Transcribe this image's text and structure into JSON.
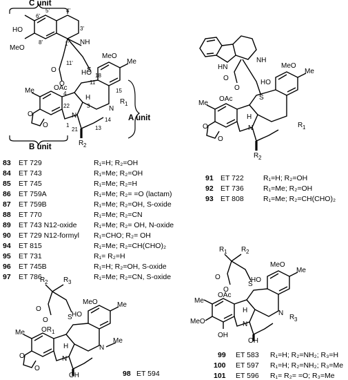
{
  "units": {
    "c_unit": "C unit",
    "a_unit": "A unit",
    "b_unit": "B unit"
  },
  "structure1": {
    "atoms": {
      "ho_top": "HO",
      "meo_left": "MeO",
      "nh": "NH",
      "s": "S",
      "meo_right": "MeO",
      "me_right": "Me",
      "ho18": "HO",
      "oac": "OAc",
      "me_left": "Me",
      "h": "H",
      "n_ring": "N",
      "r1": "R",
      "n_bottom": "N",
      "o_top": "O",
      "o_bottom": "O",
      "o_carbonyl": "O",
      "o_ester": "O",
      "r2": "R"
    },
    "locants": [
      "6'",
      "5'",
      "4'",
      "3'",
      "8'",
      "1'",
      "11'",
      "18",
      "4",
      "11",
      "22",
      "3",
      "15",
      "1",
      "21",
      "14",
      "13",
      "1",
      "2"
    ]
  },
  "table1": [
    {
      "num": "83",
      "name": "ET 729",
      "subst": "R₁=H; R₂=OH"
    },
    {
      "num": "84",
      "name": "ET 743",
      "subst": "R₁=Me; R₂=OH"
    },
    {
      "num": "85",
      "name": "ET 745",
      "subst": "R₁=Me; R₂=H"
    },
    {
      "num": "86",
      "name": "ET 759A",
      "subst": "R₁=Me; R₂= =O (lactam)"
    },
    {
      "num": "87",
      "name": "ET 759B",
      "subst": "R₁=Me; R₂=OH, S-oxide"
    },
    {
      "num": "88",
      "name": "ET 770",
      "subst": "R₁=Me;  R₂=CN"
    },
    {
      "num": "89",
      "name": "ET 743 N12-oxide",
      "subst": "R₁=Me; R₂= OH, N-oxide"
    },
    {
      "num": "90",
      "name": "ET 729 N12-formyl",
      "subst": "R₁=CHO; R₂= OH"
    },
    {
      "num": "94",
      "name": "ET 815",
      "subst": "R₁=Me; R₂=CH(CHO)₂"
    },
    {
      "num": "95",
      "name": "ET 731",
      "subst": "R₁= R₂=H"
    },
    {
      "num": "96",
      "name": "ET 745B",
      "subst": "R₁=H; R₂=OH, S-oxide"
    },
    {
      "num": "97",
      "name": "ET 786",
      "subst": "R₁=Me; R₂=CN, S-oxide"
    }
  ],
  "table2": [
    {
      "num": "91",
      "name": "ET 722",
      "subst": "R₁=H; R₂=OH"
    },
    {
      "num": "92",
      "name": "ET 736",
      "subst": "R₁=Me; R₂=OH"
    },
    {
      "num": "93",
      "name": "ET 808",
      "subst": "R₁=Me; R₂=CH(CHO)₂"
    }
  ],
  "compound98": {
    "num": "98",
    "name": "ET 594"
  },
  "table3": [
    {
      "num": "99",
      "name": "ET 583",
      "subst": "R₁=H; R₂=NH₂; R₃=H"
    },
    {
      "num": "100",
      "name": "ET 597",
      "subst": "R₁=H; R₂=NH₂; R₃=Me"
    },
    {
      "num": "101",
      "name": "ET 596",
      "subst": "R₁= R₂= =O; R₃=Me"
    }
  ],
  "structure2": {
    "atoms": {
      "nh": "NH",
      "hn": "HN",
      "meo": "MeO",
      "ho": "HO",
      "me": "Me",
      "s": "S",
      "oac": "OAc",
      "h": "H",
      "n": "N",
      "r1": "R",
      "r2": "R",
      "o1": "O",
      "o2": "O",
      "o3": "O",
      "o4": "O",
      "me_left": "Me"
    }
  },
  "structure3": {
    "atoms": {
      "r2": "R",
      "r3": "R",
      "meo": "MeO",
      "ho": "HO",
      "me": "Me",
      "s": "S",
      "o_c": "O",
      "o_e": "O",
      "or1": "OR",
      "h": "H",
      "n": "N",
      "n2": "N",
      "me_right": "Me",
      "oh": "OH",
      "me_left": "Me",
      "o1": "O",
      "o2": "O"
    }
  },
  "structure4": {
    "atoms": {
      "r1": "R",
      "r2": "R",
      "meo": "MeO",
      "ho": "HO",
      "me": "Me",
      "s": "S",
      "o_c": "O",
      "o_e": "O",
      "oac": "OAc",
      "h": "H",
      "n": "N",
      "r3": "R",
      "me_left": "Me",
      "meo_left": "MeO",
      "oh_bottom": "OH",
      "oh": "OH",
      "n2": "N"
    }
  }
}
